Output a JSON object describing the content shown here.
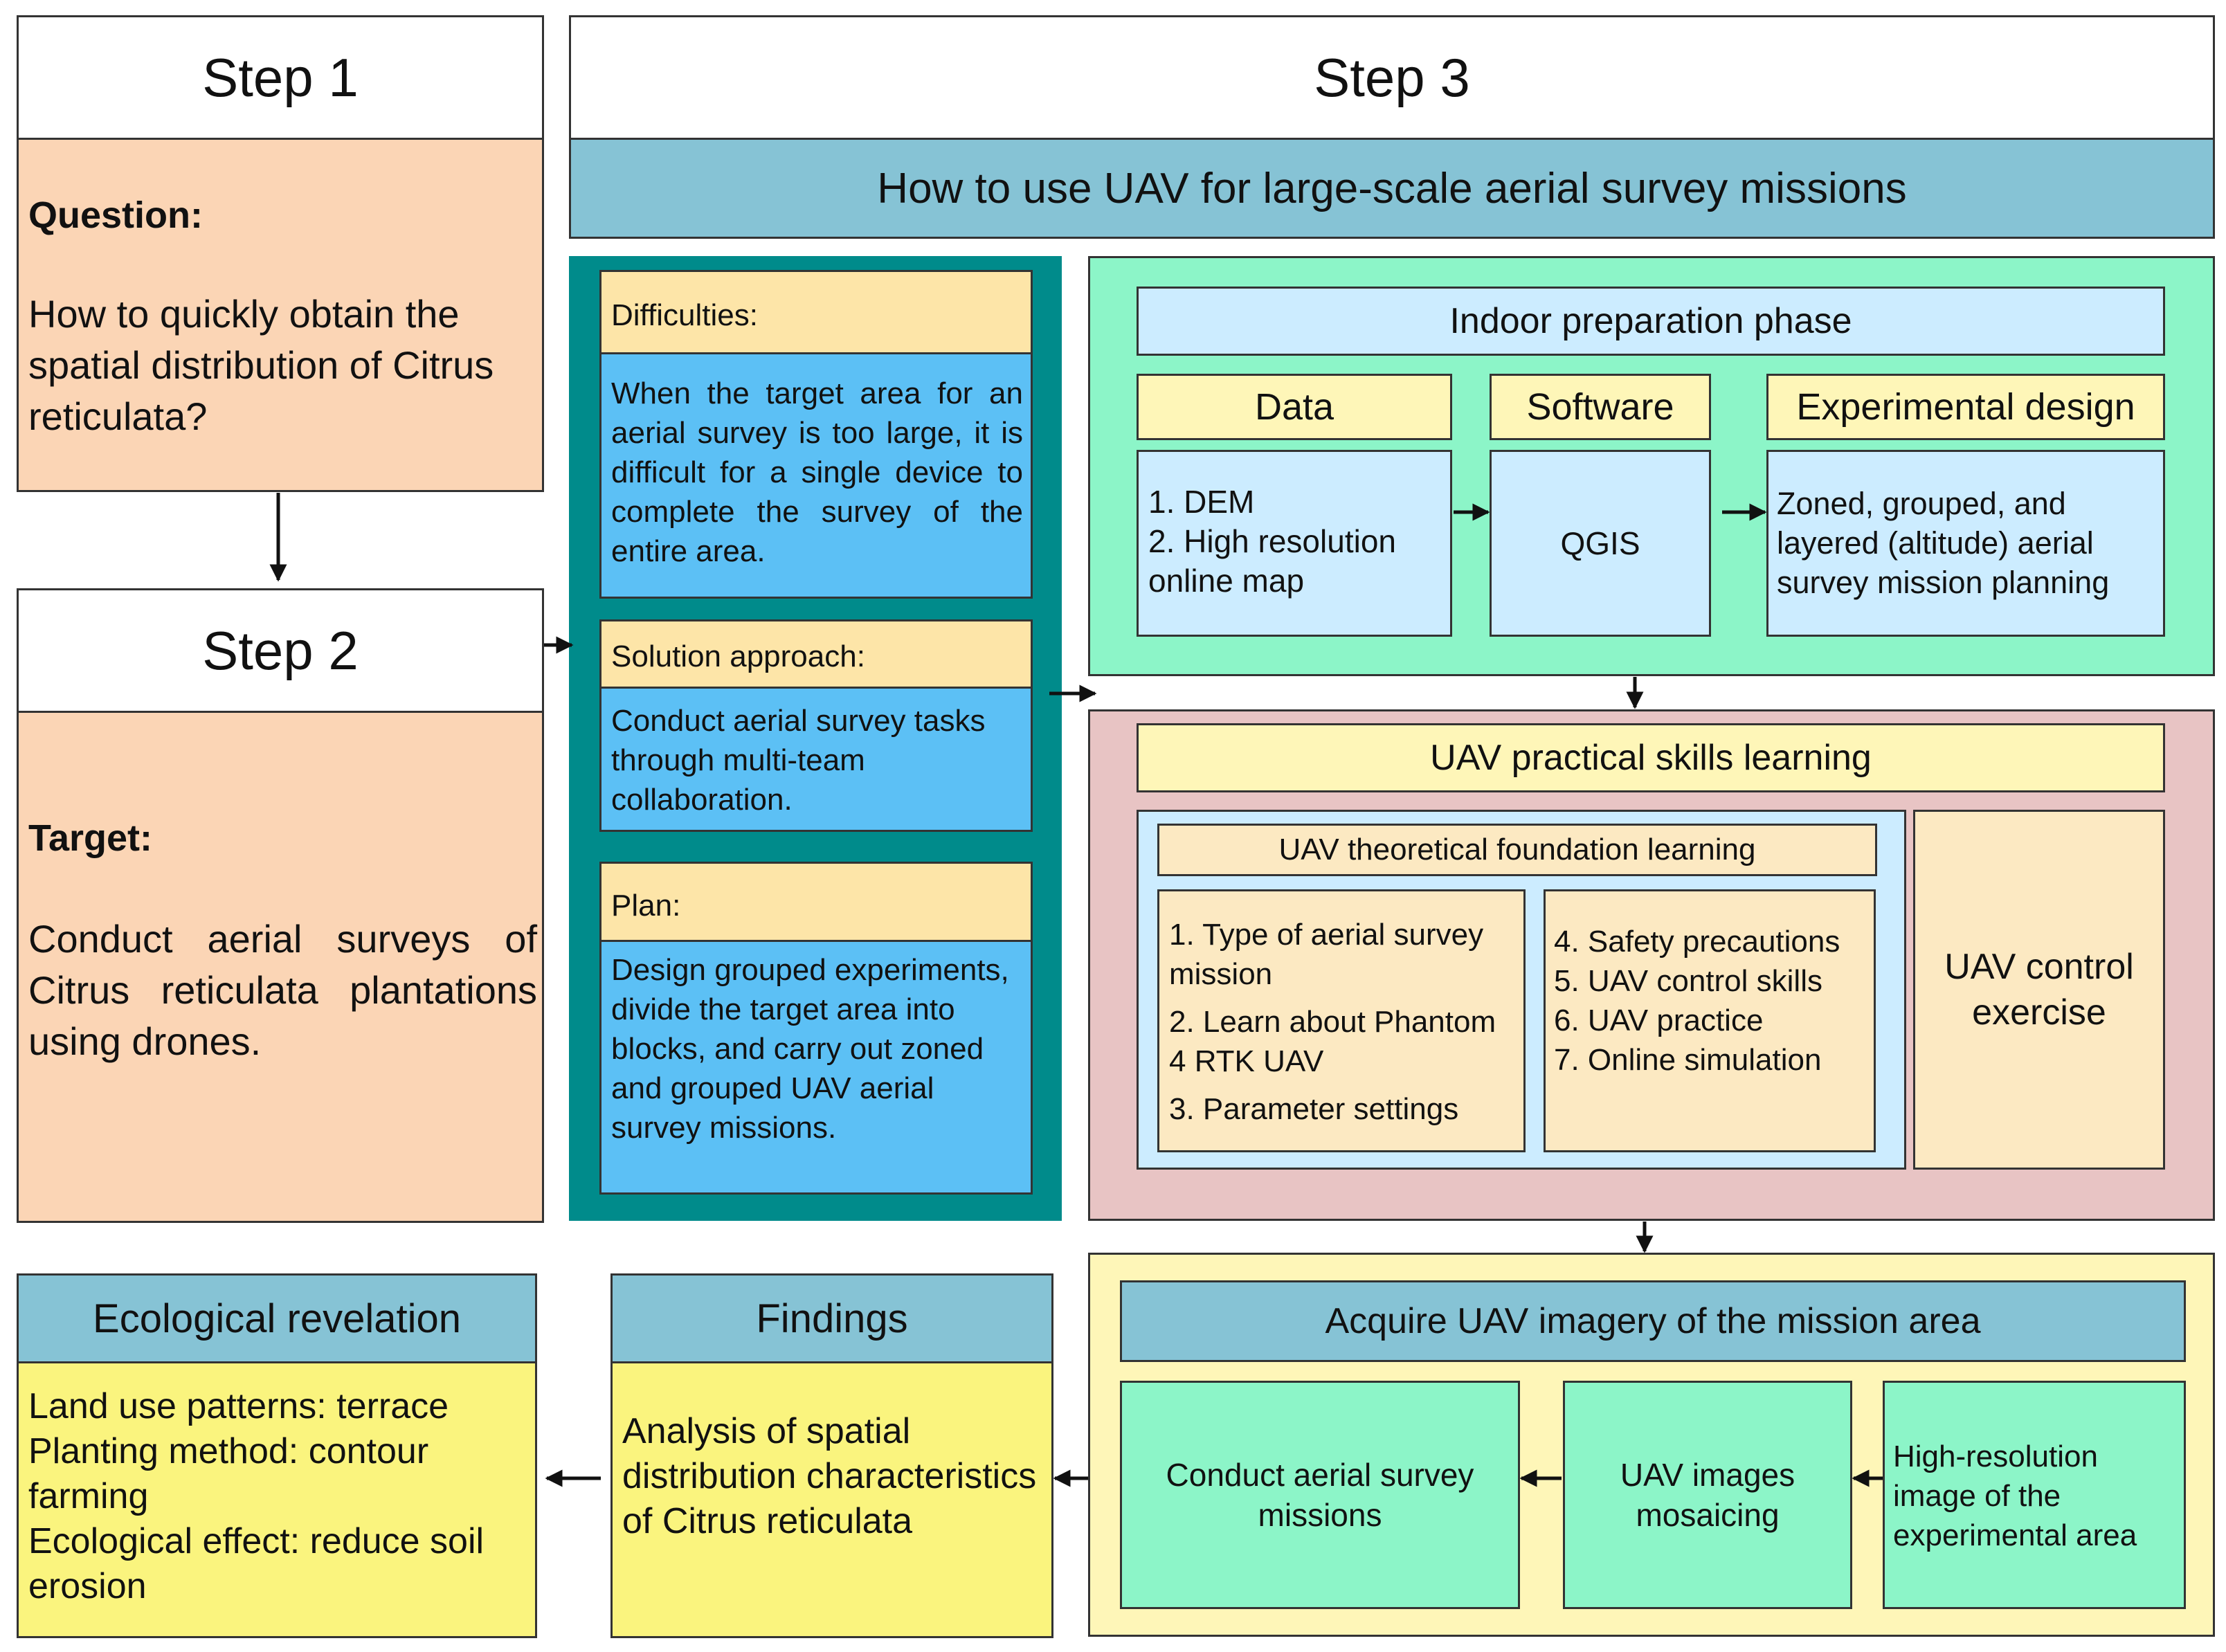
{
  "step1": {
    "heading": "Step 1",
    "label": "Question:",
    "text": "How to quickly obtain the spatial distribution of Citrus reticulata?"
  },
  "step2": {
    "heading": "Step 2",
    "label": "Target:",
    "text": "Conduct aerial surveys of Citrus reticulata plantations using drones."
  },
  "step3": {
    "heading": "Step 3",
    "banner": "How to use UAV for large-scale aerial survey missions"
  },
  "difficulties": {
    "label": "Difficulties:",
    "text": "When the target area for an aerial survey is too large, it is difficult for a single device to complete the survey of the entire area."
  },
  "solution": {
    "label": "Solution approach:",
    "text": "Conduct aerial survey tasks through multi-team collaboration."
  },
  "plan": {
    "label": "Plan:",
    "text": "Design grouped experiments, divide the target area into blocks, and carry out zoned and grouped UAV aerial survey missions."
  },
  "indoor": {
    "title": "Indoor preparation phase",
    "data_label": "Data",
    "software_label": "Software",
    "design_label": "Experimental design",
    "data_items": "1. DEM\n2. High resolution\nonline map",
    "software_item": "QGIS",
    "design_item": "Zoned, grouped, and layered (altitude) aerial survey mission planning"
  },
  "skills": {
    "title": "UAV practical skills learning",
    "theory_title": "UAV theoretical foundation learning",
    "theory_left": [
      "1. Type of aerial survey mission",
      "2. Learn about Phantom 4 RTK UAV",
      "3. Parameter settings"
    ],
    "theory_right": [
      "4. Safety precautions",
      "5. UAV control skills",
      "6. UAV practice",
      "7. Online simulation"
    ],
    "exercise": "UAV control exercise"
  },
  "acquire": {
    "title": "Acquire UAV imagery of the mission area",
    "conduct": "Conduct aerial survey missions",
    "mosaic": "UAV images mosaicing",
    "highres": "High-resolution image of the experimental area"
  },
  "findings": {
    "title": "Findings",
    "text": "Analysis of spatial distribution characteristics of Citrus reticulata"
  },
  "ecological": {
    "title": "Ecological revelation",
    "text": "Land use patterns:  terrace\nPlanting method:  contour farming\nEcological effect:  reduce soil erosion"
  },
  "colors": {
    "salmon": "#FBD5B5",
    "teal_band": "#86C3D5",
    "dark_teal": "#008B8B",
    "light_orange": "#FDE5A8",
    "blue": "#5CC0F5",
    "mint": "#8CF5C8",
    "pink": "#E8C4C4",
    "pale_blue": "#CCECFF",
    "pale_yellow": "#FEF6B8",
    "wheat": "#FCE9C2",
    "yellow": "#FAF47E"
  }
}
